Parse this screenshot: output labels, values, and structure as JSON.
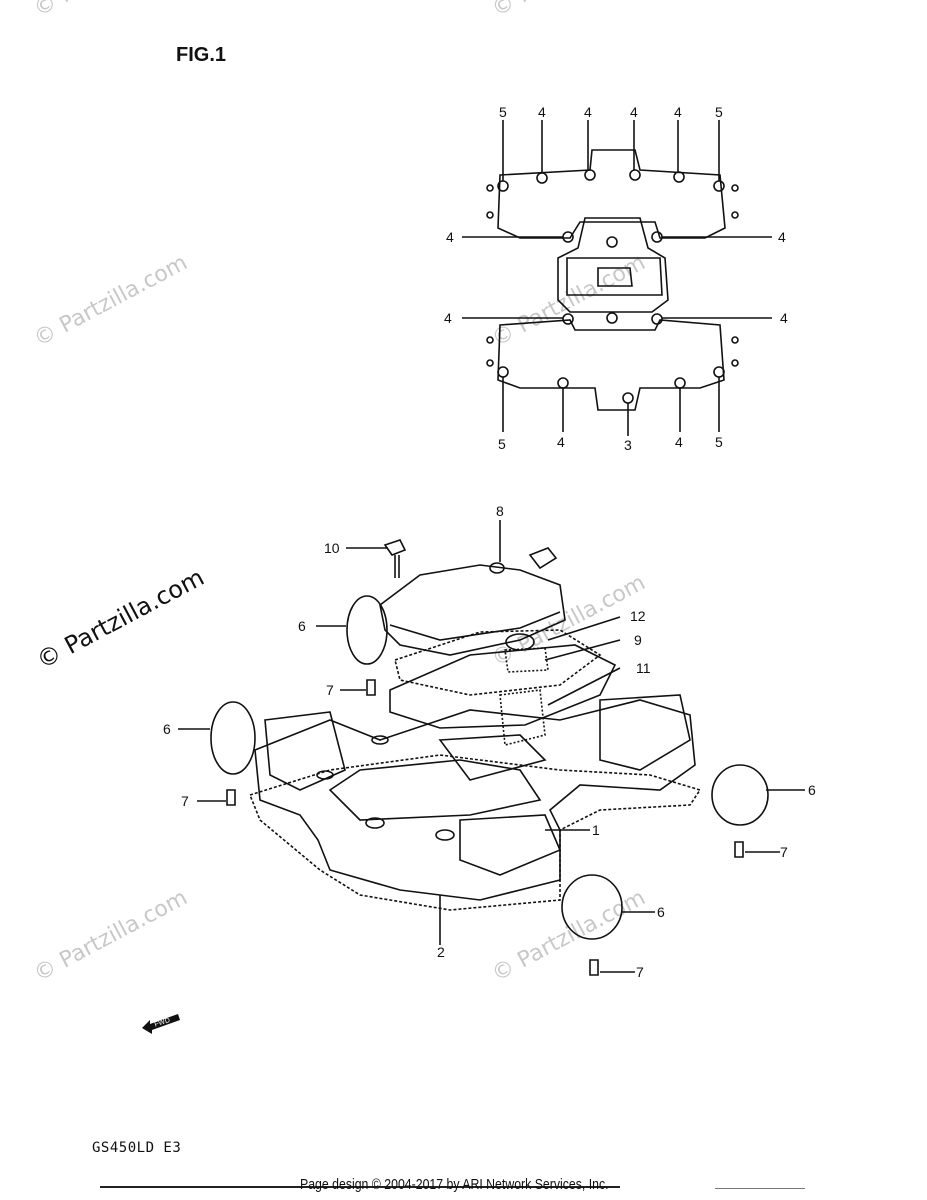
{
  "figure": {
    "title": "FIG.1"
  },
  "model_label": "GS450LD E3",
  "footer": {
    "text": "Page design © 2004-2017 by ARI Network Services, Inc."
  },
  "watermark": {
    "text": "© Partzilla.com"
  },
  "fwd_label": "FWD",
  "callouts": {
    "top": [
      "5",
      "4",
      "4",
      "4",
      "4",
      "5",
      "4",
      "4",
      "4",
      "4",
      "5",
      "4",
      "3",
      "4",
      "5"
    ],
    "bottom": [
      "8",
      "10",
      "6",
      "12",
      "9",
      "11",
      "7",
      "6",
      "7",
      "1",
      "6",
      "7",
      "6",
      "2",
      "7"
    ]
  }
}
